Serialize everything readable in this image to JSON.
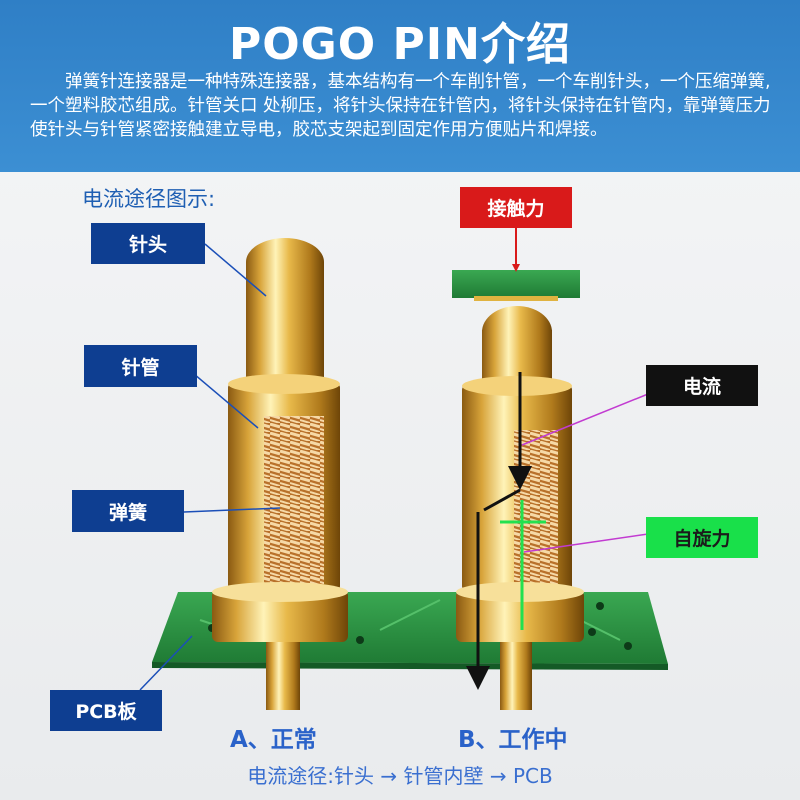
{
  "header": {
    "title": "POGO PIN介绍",
    "intro": "弹簧针连接器是一种特殊连接器，基本结构有一个车削针管，一个车削针头，一个压缩弹簧,一个塑料胶芯组成。针管关口 处柳压，将针头保持在针管内，将针头保持在针管内，靠弹簧压力使针头与针管紧密接触建立导电，胶芯支架起到固定作用方便贴片和焊接。"
  },
  "diagram": {
    "subtitle": "电流途径图示:",
    "labels": {
      "pin_head": "针头",
      "barrel": "针管",
      "spring": "弹簧",
      "pcb": "PCB板",
      "contact_force": "接触力",
      "current": "电流",
      "spin_force": "自旋力"
    },
    "captions": {
      "a": "A、正常",
      "b": "B、工作中"
    },
    "footer": "电流途径:针头 → 针管内壁 → PCB"
  },
  "colors": {
    "header_bg": "#3589cf",
    "label_blue": "#0e3e91",
    "label_red": "#d91a1a",
    "label_green": "#19e04a",
    "pcb_green": "#2f9a45",
    "gold": "#d9a93a"
  }
}
